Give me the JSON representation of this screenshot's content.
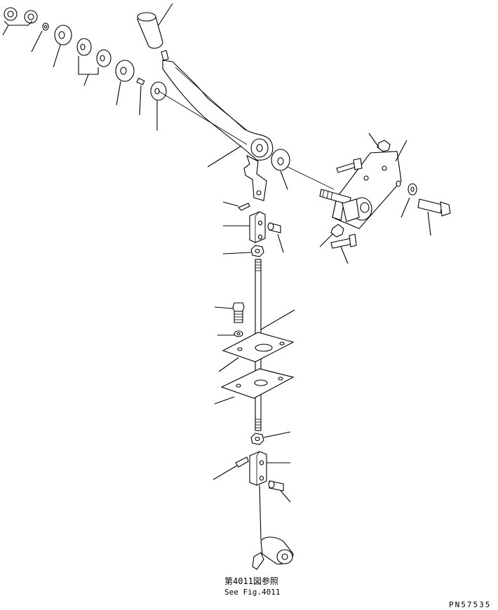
{
  "diagram": {
    "reference_note_jp": "第4011図参照",
    "reference_note_en": "See Fig.4011",
    "drawing_number": "PN57535"
  }
}
